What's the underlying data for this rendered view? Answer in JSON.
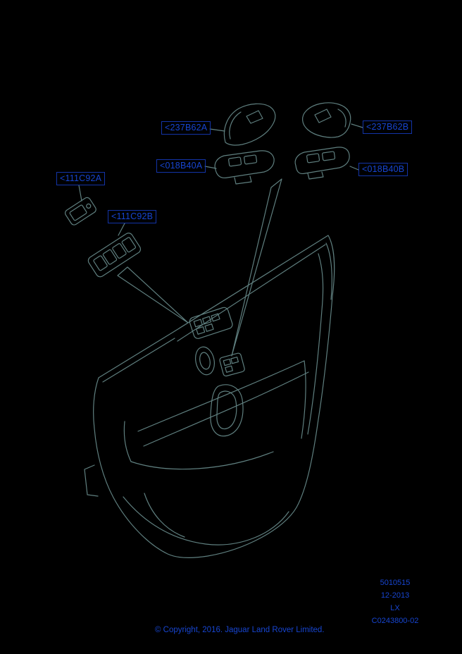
{
  "diagram": {
    "background_color": "#000000",
    "line_color": "#5f7f7f",
    "label_color": "#1745d0",
    "labels": [
      {
        "part": "237B62A",
        "text": "<237B62A"
      },
      {
        "part": "237B62B",
        "text": "<237B62B"
      },
      {
        "part": "018B40A",
        "text": "<018B40A"
      },
      {
        "part": "018B40B",
        "text": "<018B40B"
      },
      {
        "part": "111C92A",
        "text": "<111C92A"
      },
      {
        "part": "111C92B",
        "text": "<111C92B"
      }
    ],
    "footer": {
      "sheet_number": "5010515",
      "date": "12-2013",
      "model_code": "LX",
      "drawing_code": "C0243800-02"
    },
    "copyright": "© Copyright, 2016. Jaguar Land Rover Limited."
  }
}
